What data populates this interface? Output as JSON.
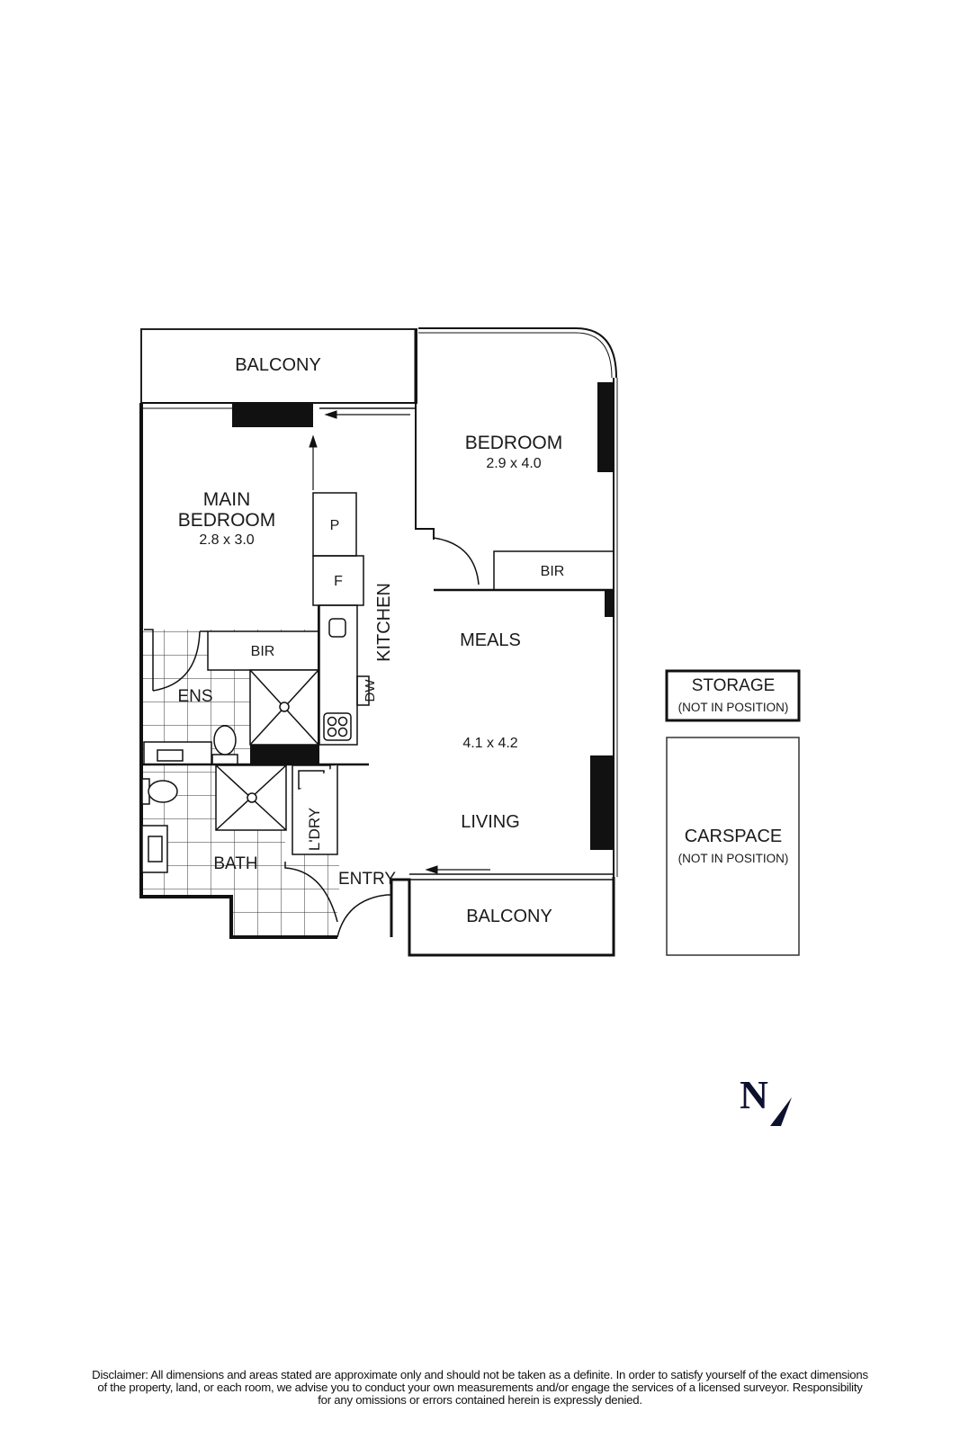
{
  "plan": {
    "rooms": {
      "balcony_top": {
        "name": "BALCONY"
      },
      "bedroom": {
        "name": "BEDROOM",
        "size": "2.9 x 4.0"
      },
      "main_bedroom": {
        "name_line1": "MAIN",
        "name_line2": "BEDROOM",
        "size": "2.8 x 3.0"
      },
      "pantry": {
        "name": "P"
      },
      "fridge": {
        "name": "F"
      },
      "kitchen": {
        "name": "KITCHEN"
      },
      "dishwasher": {
        "name": "DW"
      },
      "bir_main": {
        "name": "BIR"
      },
      "bir_bedroom": {
        "name": "BIR"
      },
      "ensuite": {
        "name": "ENS"
      },
      "meals": {
        "name": "MEALS"
      },
      "living_size": {
        "size": "4.1 x 4.2"
      },
      "living": {
        "name": "LIVING"
      },
      "laundry": {
        "name": "L'DRY"
      },
      "bath": {
        "name": "BATH"
      },
      "entry": {
        "name": "ENTRY"
      },
      "balcony_bottom": {
        "name": "BALCONY"
      }
    },
    "storage": {
      "name": "STORAGE",
      "note": "(NOT IN POSITION)"
    },
    "carspace": {
      "name": "CARSPACE",
      "note": "(NOT IN POSITION)"
    },
    "compass": {
      "label": "N",
      "icon": "north-arrow-icon",
      "color": "#0d1130"
    }
  },
  "disclaimer": {
    "line1": "Disclaimer: All dimensions and areas stated are approximate only and should not be taken as a definite. In order to satisfy yourself of the exact dimensions",
    "line2": "of the property, land, or each room, we advise you to conduct your own measurements and/or engage the services of a licensed surveyor. Responsibility",
    "line3": "for any omissions or errors contained herein is expressly denied."
  }
}
